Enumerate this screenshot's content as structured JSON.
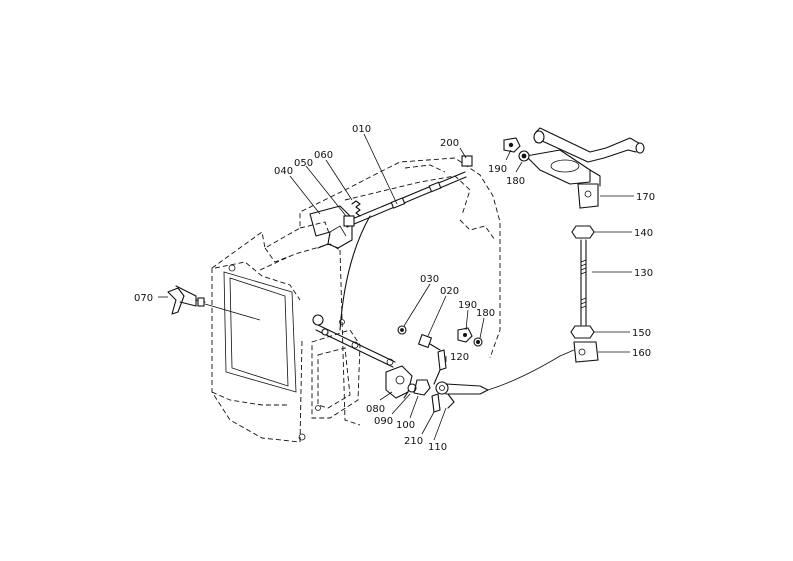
{
  "labels": {
    "p010": "010",
    "p020": "020",
    "p030": "030",
    "p040": "040",
    "p050": "050",
    "p060": "060",
    "p070": "070",
    "p080": "080",
    "p090": "090",
    "p100": "100",
    "p110": "110",
    "p120": "120",
    "p130": "130",
    "p140": "140",
    "p150": "150",
    "p160": "160",
    "p170": "170",
    "p180a": "180",
    "p180b": "180",
    "p190a": "190",
    "p190b": "190",
    "p200": "200",
    "p210": "210"
  }
}
